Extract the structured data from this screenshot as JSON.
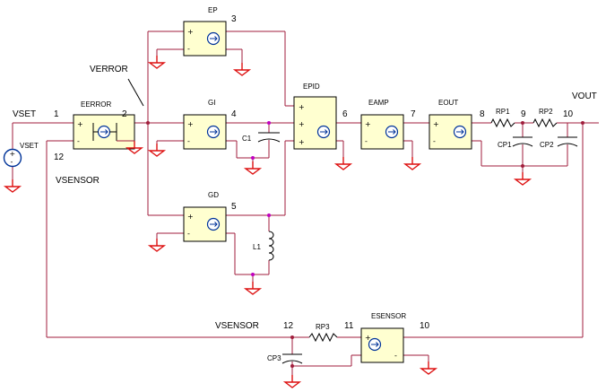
{
  "signals": {
    "vset": "VSET",
    "vset_source": "VSET",
    "verror": "VERROR",
    "vsensor_left": "VSENSOR",
    "vsensor_bottom": "VSENSOR",
    "vout": "VOUT"
  },
  "blocks": {
    "eerror": "EERROR",
    "ep": "EP",
    "gi": "GI",
    "gd": "GD",
    "epid": "EPID",
    "eamp": "EAMP",
    "eout": "EOUT",
    "esensor": "ESENSOR"
  },
  "components": {
    "c1": "C1",
    "l1": "L1",
    "rp1": "RP1",
    "rp2": "RP2",
    "cp1": "CP1",
    "cp2": "CP2",
    "rp3": "RP3",
    "cp3": "CP3"
  },
  "nodes": {
    "n1": "1",
    "n2": "2",
    "n3": "3",
    "n4": "4",
    "n5": "5",
    "n6": "6",
    "n7": "7",
    "n8": "8",
    "n9": "9",
    "n10": "10",
    "n10b": "10",
    "n11": "11",
    "n12": "12",
    "n12b": "12"
  },
  "pins": {
    "plus": "+",
    "minus": "-"
  },
  "colors": {
    "wire": "#a01e3c",
    "block_fill": "#ffffd0",
    "ground": "#dd1111",
    "source": "#003399"
  }
}
